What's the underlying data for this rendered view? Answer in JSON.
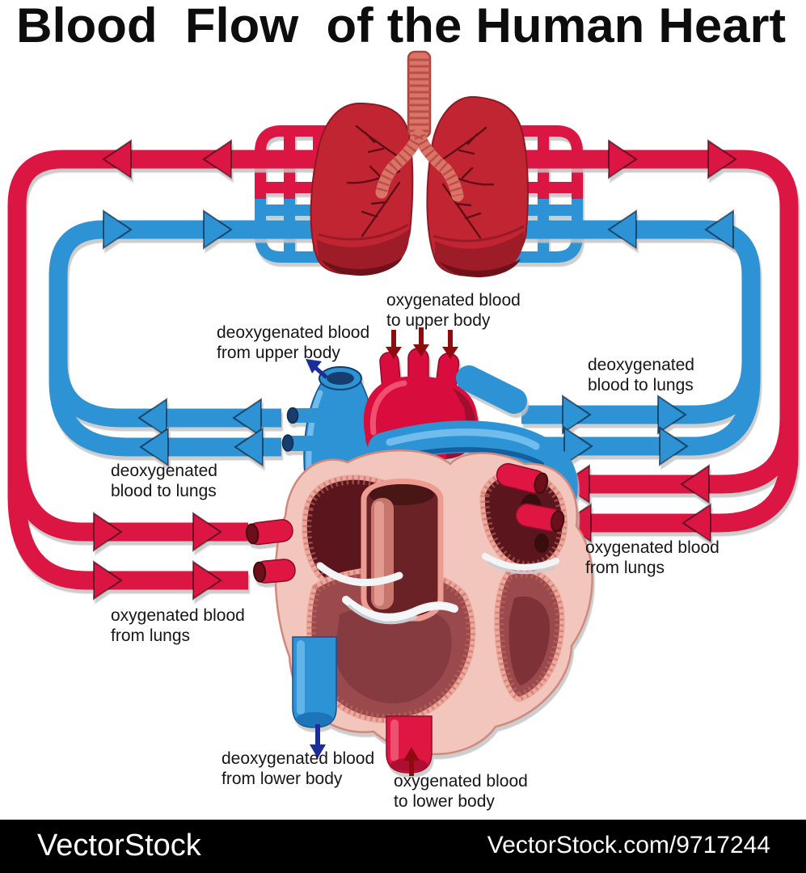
{
  "title": "Blood  Flow  of the Human Heart",
  "labels": {
    "to_upper": {
      "line1": "oxygenated blood",
      "line2": "to upper body"
    },
    "from_upper": {
      "line1": "deoxygenated blood",
      "line2": "from upper body"
    },
    "to_lungs_right": {
      "line1": "deoxygenated",
      "line2": "blood to lungs"
    },
    "to_lungs_left": {
      "line1": "deoxygenated",
      "line2": "blood to lungs"
    },
    "from_lungs_right": {
      "line1": "oxygenated blood",
      "line2": "from lungs"
    },
    "from_lungs_left": {
      "line1": "oxygenated blood",
      "line2": "from lungs"
    },
    "from_lower": {
      "line1": "deoxygenated blood",
      "line2": "from lower body"
    },
    "to_lower": {
      "line1": "oxygenated blood",
      "line2": "to lower body"
    }
  },
  "watermark": {
    "brand": "VectorStock",
    "credit": "VectorStock.com/9717244"
  },
  "colors": {
    "oxygenated_red": "#DC1642",
    "deoxygenated_blue": "#2E93D4",
    "annotation_dark_red": "#8E0B10",
    "annotation_navy": "#1B2C9B",
    "watermark_bar": "#000000"
  }
}
